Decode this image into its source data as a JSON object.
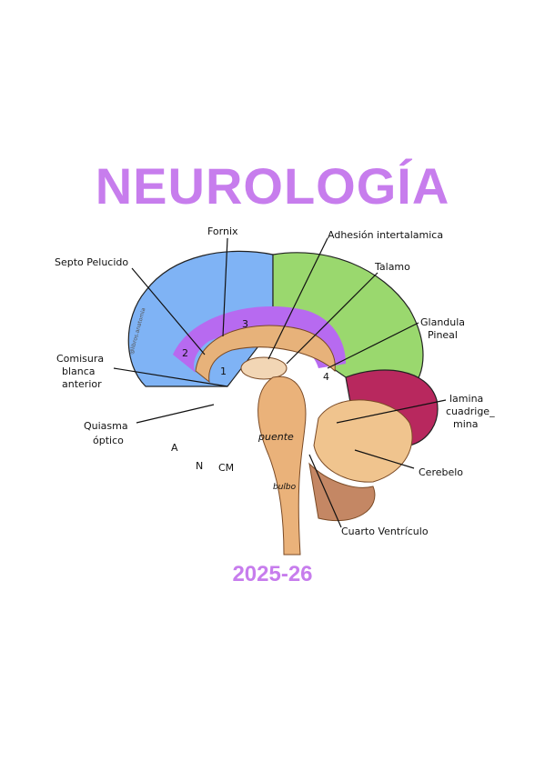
{
  "document": {
    "title": "NEUROLOGÍA",
    "year": "2025-26",
    "accent_color": "#c77ded"
  },
  "diagram": {
    "labels": {
      "fornix": "Fornix",
      "adhesion": "Adhesión intertalamica",
      "septo": "Septo Pelucido",
      "talamo": "Talamo",
      "glandula_1": "Glandula",
      "glandula_2": "Pineal",
      "comisura_1": "Comisura",
      "comisura_2": "blanca",
      "comisura_3": "anterior",
      "lamina_1": "lamina",
      "lamina_2": "cuadrige_",
      "lamina_3": "mina",
      "quiasma_1": "Quiasma",
      "quiasma_2": "óptico",
      "a": "A",
      "n": "N",
      "cm": "CM",
      "puente": "puente",
      "bulbo": "bulbo",
      "cerebelo": "Cerebelo",
      "cuarto": "Cuarto Ventrículo",
      "n1": "1",
      "n2": "2",
      "n3": "3",
      "n4": "4",
      "watermark": "@libros.anatomia"
    }
  }
}
